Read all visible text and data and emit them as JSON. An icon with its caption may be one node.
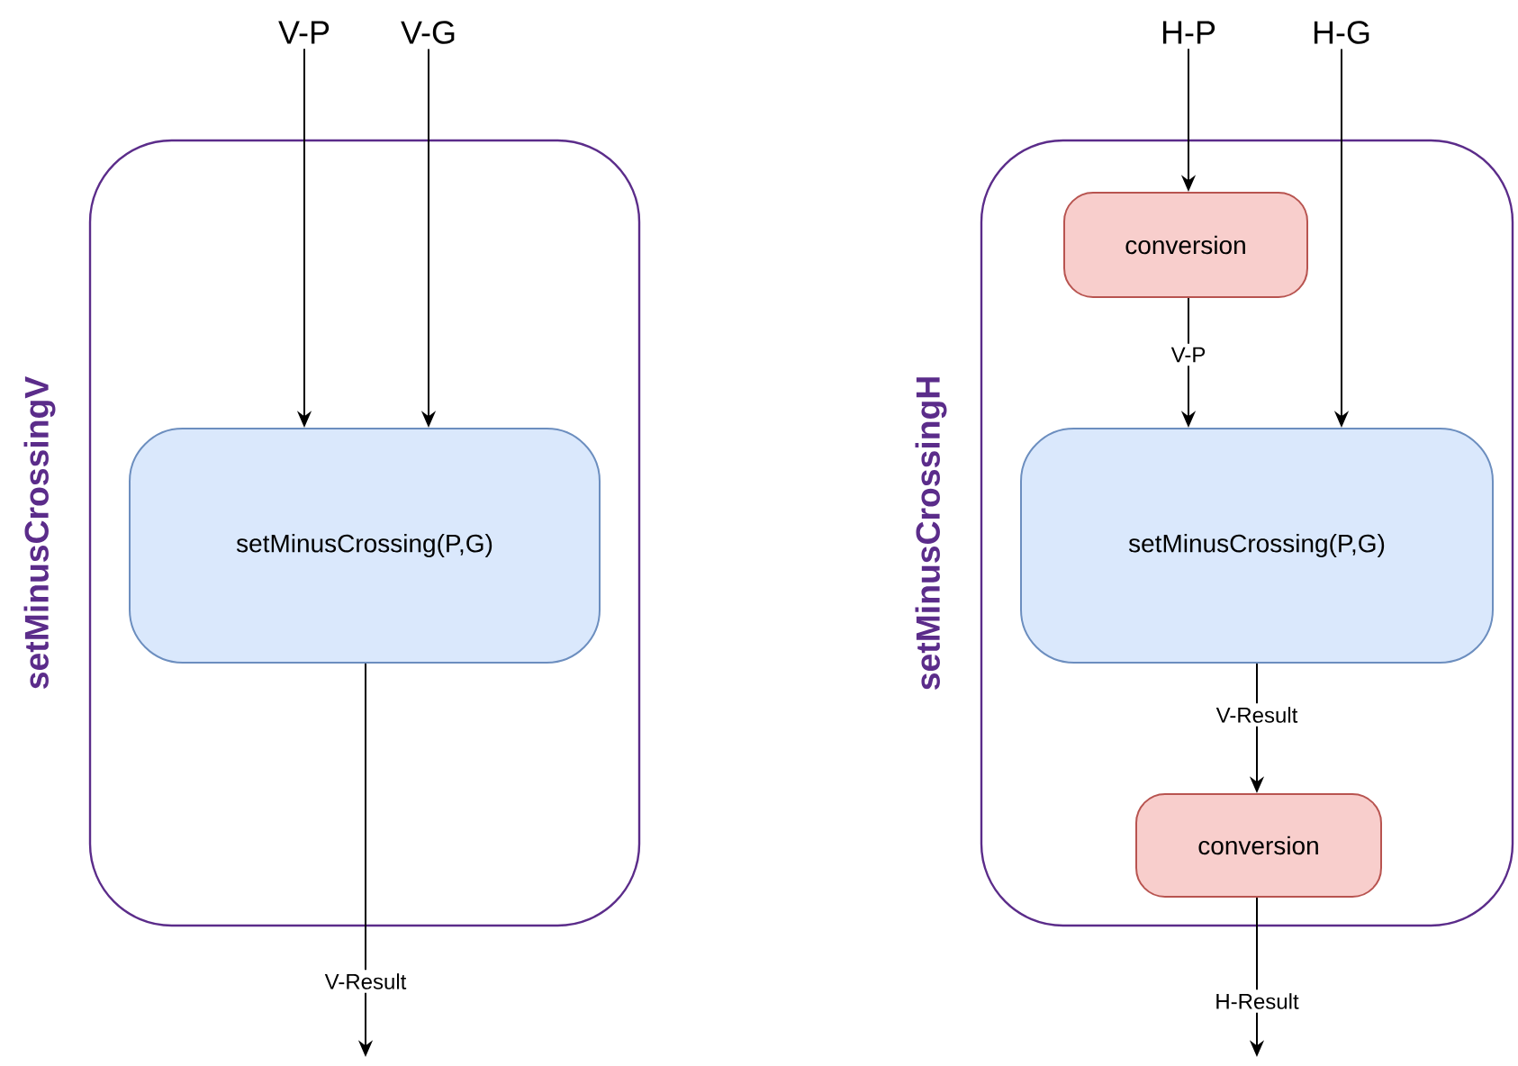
{
  "diagram": {
    "nodes": [
      {
        "text": [
          "setMinusCrossingV"
        ]
      },
      {
        "text": [
          "V-P"
        ]
      },
      {
        "text": [
          "V-G"
        ]
      },
      {
        "text": [
          "setMinusCrossing(P,G)"
        ],
        "in": 0
      },
      {
        "text": [
          "setMinusCrossingH"
        ]
      },
      {
        "text": [
          "H-P"
        ]
      },
      {
        "text": [
          "H-G"
        ]
      },
      {
        "text": [
          "conversion"
        ],
        "in": 4
      },
      {
        "text": [
          "setMinusCrossing(P,G)"
        ],
        "in": 4
      },
      {
        "text": [
          "conversion"
        ],
        "in": 4
      }
    ],
    "edges": [
      {
        "from": 1,
        "to": 3,
        "arrow": "to"
      },
      {
        "from": 2,
        "to": 3,
        "arrow": "to"
      },
      {
        "from": 3,
        "to": null,
        "arrow": "to",
        "label": "V-Result"
      },
      {
        "from": 5,
        "to": 7,
        "arrow": "to"
      },
      {
        "from": 6,
        "to": 8,
        "arrow": "to"
      },
      {
        "from": 7,
        "to": 8,
        "arrow": "to",
        "label": "V-P"
      },
      {
        "from": 8,
        "to": 9,
        "arrow": "to",
        "label": "V-Result"
      },
      {
        "from": 9,
        "to": null,
        "arrow": "to",
        "label": "H-Result"
      }
    ]
  }
}
